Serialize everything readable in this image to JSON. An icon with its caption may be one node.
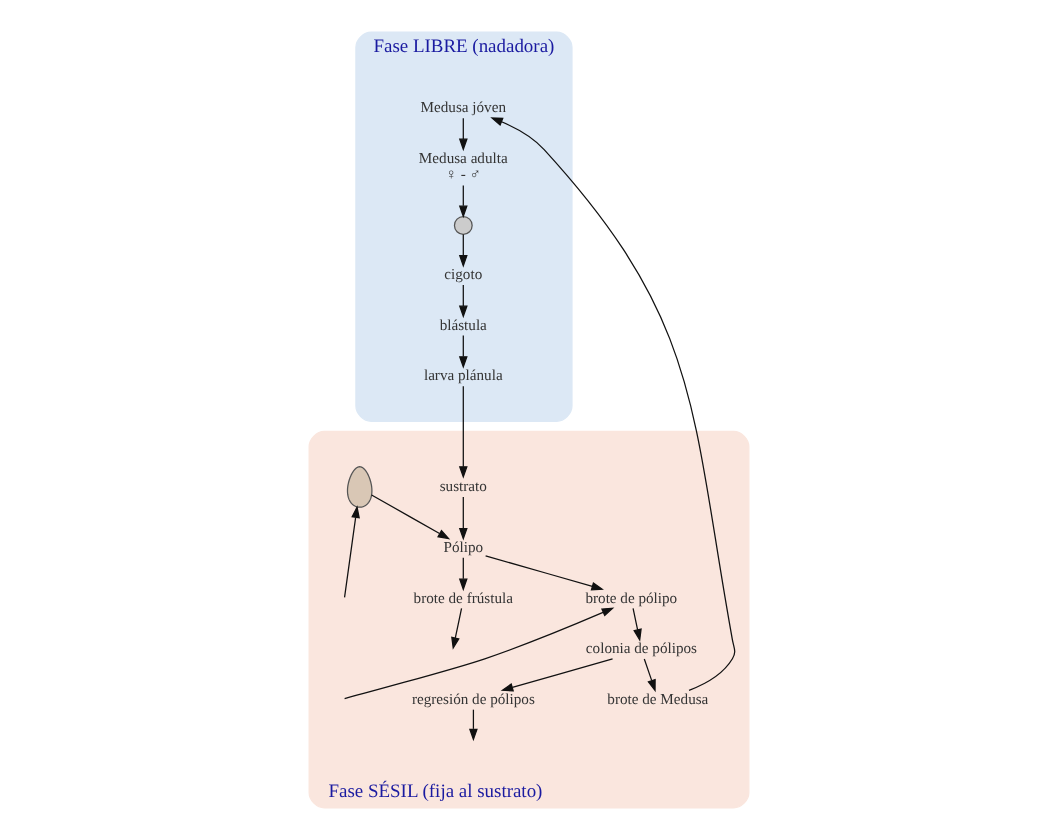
{
  "diagram": {
    "nodes": [
      {
        "text": [
          "Fase LIBRE (nadadora)"
        ]
      },
      {
        "text": [
          "Medusa adulta",
          "♀ - ♂"
        ],
        "in": 0
      },
      {
        "text": [],
        "shape": "circle",
        "in": 0
      },
      {
        "text": [
          "cigoto"
        ],
        "in": 0
      },
      {
        "text": [
          "blástula"
        ],
        "in": 0
      },
      {
        "text": [
          "larva plánula"
        ],
        "in": 0
      },
      {
        "text": [
          "Medusa jóven"
        ],
        "in": 0
      },
      {
        "text": [
          "Fase SÉSIL (fija al sustrato)"
        ]
      },
      {
        "text": [
          "brote de Medusa"
        ],
        "in": 7
      },
      {
        "text": [
          "colonia de pólipos"
        ],
        "in": 7
      },
      {
        "text": [
          "brote de pólipo"
        ],
        "in": 7
      },
      {
        "text": [
          "sustrato"
        ],
        "in": 7
      },
      {
        "text": [
          "Pólipo"
        ],
        "in": 7
      },
      {
        "text": [
          "brote de frústula"
        ],
        "in": 7
      },
      {
        "text": [],
        "shape": "picture",
        "in": 7
      },
      {
        "text": [
          "regresión de pólipos"
        ],
        "in": 7
      }
    ],
    "edges": [
      {
        "from": 1,
        "to": 2,
        "arrow": "to"
      },
      {
        "from": 2,
        "to": 3,
        "arrow": "to"
      },
      {
        "from": 3,
        "to": 4,
        "arrow": "to"
      },
      {
        "from": 4,
        "to": 5,
        "arrow": "to"
      },
      {
        "from": 5,
        "to": 11,
        "arrow": "to"
      },
      {
        "from": 11,
        "to": 12,
        "arrow": "to"
      },
      {
        "from": 12,
        "to": 10,
        "arrow": "to"
      },
      {
        "from": 10,
        "to": 9,
        "arrow": "to"
      },
      {
        "from": 9,
        "to": 8,
        "arrow": "to"
      },
      {
        "from": 8,
        "to": 6,
        "arrow": "to"
      },
      {
        "from": 6,
        "to": 1,
        "arrow": "to"
      },
      {
        "from": 9,
        "to": 15,
        "arrow": "to"
      },
      {
        "from": 15,
        "to": null,
        "arrow": "to"
      },
      {
        "from": null,
        "to": 10,
        "arrow": "to"
      },
      {
        "from": 12,
        "to": 13,
        "arrow": "to"
      },
      {
        "from": 13,
        "to": null,
        "arrow": "to"
      },
      {
        "from": null,
        "to": 14,
        "arrow": "to"
      },
      {
        "from": 14,
        "to": 12,
        "arrow": "to"
      }
    ]
  }
}
